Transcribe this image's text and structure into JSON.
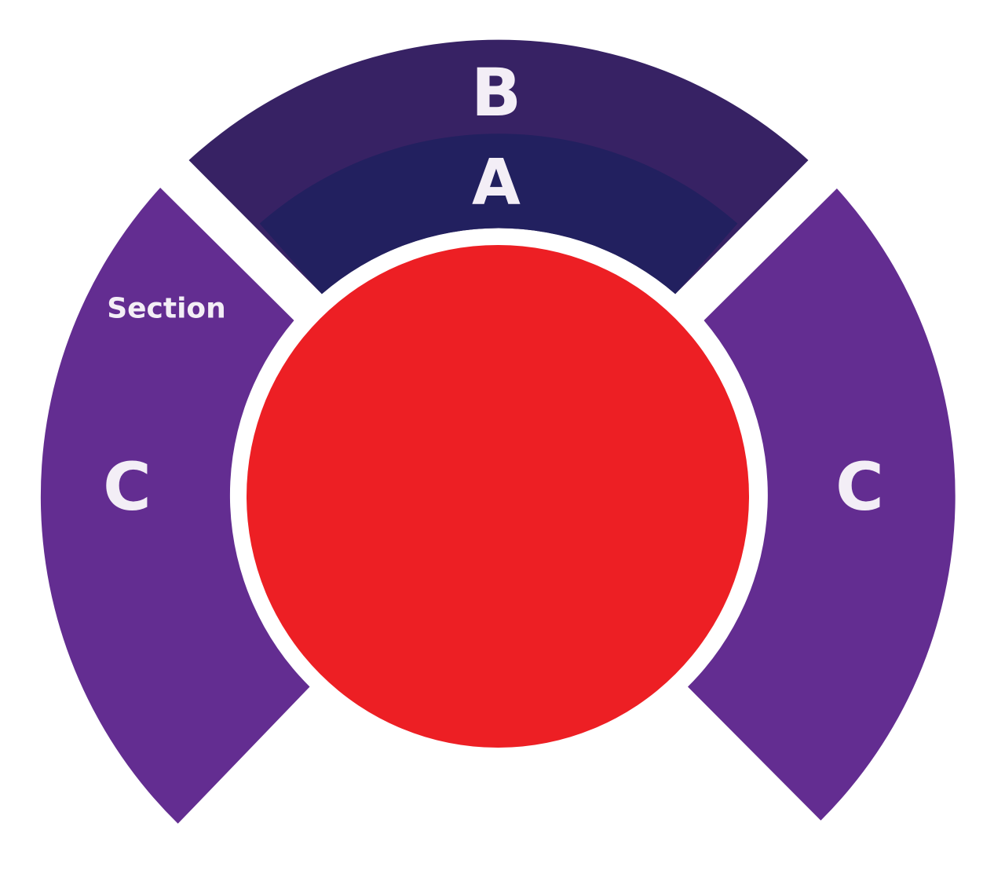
{
  "sections": [
    {
      "id": "A",
      "label": "A",
      "color": "#22205f"
    },
    {
      "id": "B",
      "label": "B",
      "color": "#372264"
    },
    {
      "id": "C-left",
      "label": "C",
      "color": "#632d91"
    },
    {
      "id": "C-right",
      "label": "C",
      "color": "#632d91"
    }
  ],
  "section_caption": "Section",
  "center": {
    "color": "#ed1f24"
  },
  "label_color": "#f3eef6"
}
